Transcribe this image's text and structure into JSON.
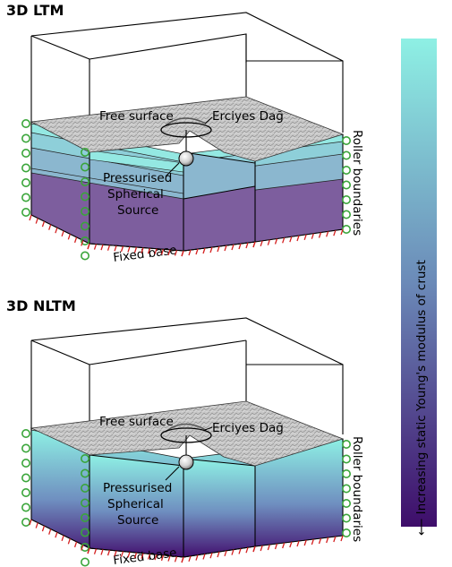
{
  "panels": [
    {
      "title": "3D LTM",
      "labels": {
        "free_surface": "Free surface",
        "volcano": "Erciyes Dağ",
        "source_line1": "Pressurised",
        "source_line2": "Spherical",
        "source_line3": "Source",
        "base": "Fixed base",
        "sides": "Roller boundaries"
      },
      "crust": "layered",
      "layer_colors": [
        "#94e8e2",
        "#8ecfd9",
        "#8bb7cf",
        "#7d5e9e"
      ]
    },
    {
      "title": "3D NLTM",
      "labels": {
        "free_surface": "Free surface",
        "volcano": "Erciyes Dağ",
        "source_line1": "Pressurised",
        "source_line2": "Spherical",
        "source_line3": "Source",
        "base": "Fixed base",
        "sides": "Roller boundaries"
      },
      "crust": "gradient"
    }
  ],
  "colorbar": {
    "label": "Increasing static Young's modulus of crust",
    "top_color": "#8ef0e4",
    "mid_color": "#6b8ab8",
    "bottom_color": "#3e0d6a"
  }
}
